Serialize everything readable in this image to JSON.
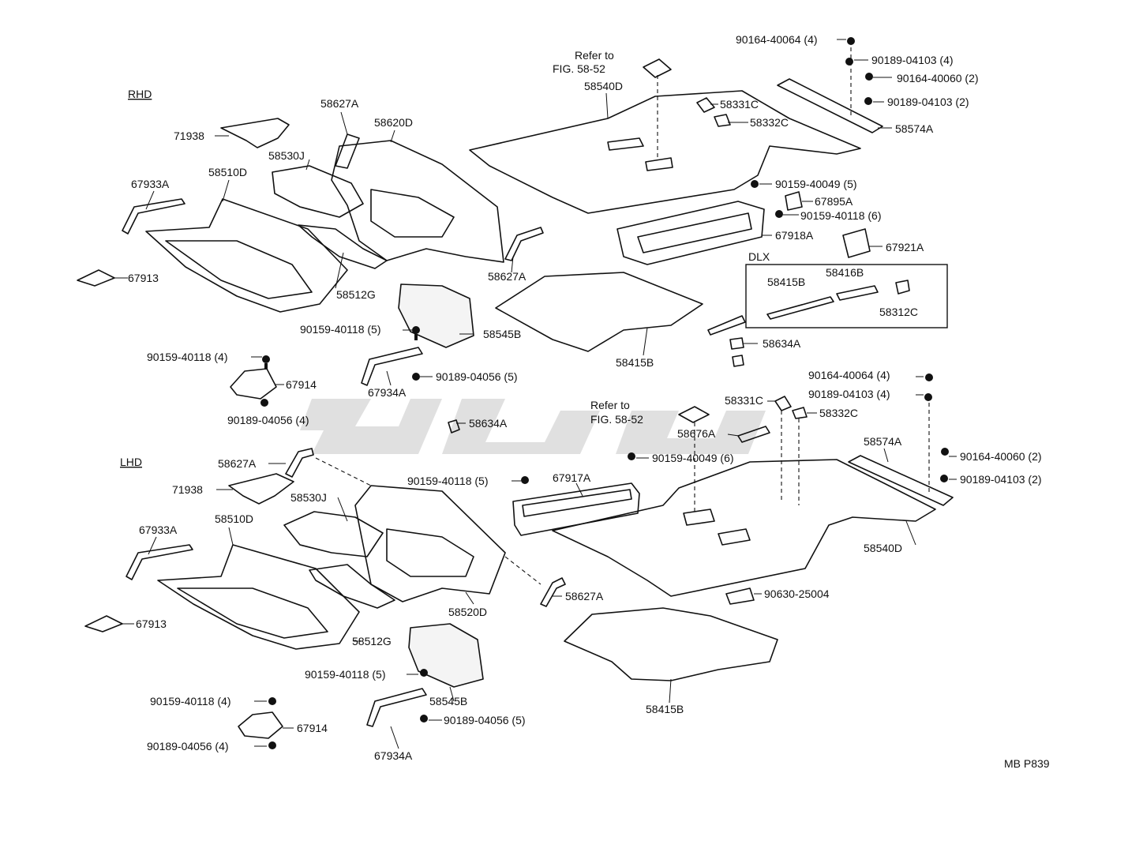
{
  "sections": {
    "rhd": "RHD",
    "lhd": "LHD",
    "dlx": "DLX"
  },
  "figure_code": "MB P839",
  "refer_note": {
    "line1": "Refer to",
    "line2": "FIG. 58-52"
  },
  "rhd_labels": {
    "p1": "71938",
    "p2": "58627A",
    "p3": "58620D",
    "p4": "58530J",
    "p5": "58510D",
    "p6": "67933A",
    "p7": "58512G",
    "p8": "67913",
    "p9": "58627A",
    "p10": "58545B",
    "p11": "90159-40118 (5)",
    "p12": "90159-40118 (4)",
    "p13": "67914",
    "p14": "67934A",
    "p15": "90189-04056 (5)",
    "p16": "90189-04056 (4)",
    "p17": "58634A"
  },
  "rhd_rear_labels": {
    "p1": "58540D",
    "p2": "90164-40064 (4)",
    "p3": "90189-04103 (4)",
    "p4": "90164-40060 (2)",
    "p5": "90189-04103 (2)",
    "p6": "58331C",
    "p7": "58332C",
    "p8": "58574A",
    "p9": "90159-40049 (5)",
    "p10": "67895A",
    "p11": "90159-40118 (6)",
    "p12": "67918A",
    "p13": "67921A",
    "p14": "58415B",
    "p15": "58416B",
    "p16": "58312C",
    "p17": "58634A",
    "p18": "58415B"
  },
  "lhd_labels": {
    "p1": "58627A",
    "p2": "71938",
    "p3": "58530J",
    "p4": "58510D",
    "p5": "67933A",
    "p6": "58627A",
    "p7": "58520D",
    "p8": "67913",
    "p9": "58512G",
    "p10": "90159-40118 (5)",
    "p11": "58545B",
    "p12": "90159-40118 (4)",
    "p13": "67914",
    "p14": "90189-04056 (5)",
    "p15": "90189-04056 (4)",
    "p16": "67934A"
  },
  "lhd_rear_labels": {
    "p1": "90164-40064 (4)",
    "p2": "90189-04103 (4)",
    "p3": "58331C",
    "p4": "58332C",
    "p5": "58676A",
    "p6": "90159-40049 (6)",
    "p7": "58574A",
    "p8": "90164-40060 (2)",
    "p9": "90189-04103 (2)",
    "p10": "90159-40118 (5)",
    "p11": "67917A",
    "p12": "58540D",
    "p13": "90630-25004",
    "p14": "58415B"
  }
}
